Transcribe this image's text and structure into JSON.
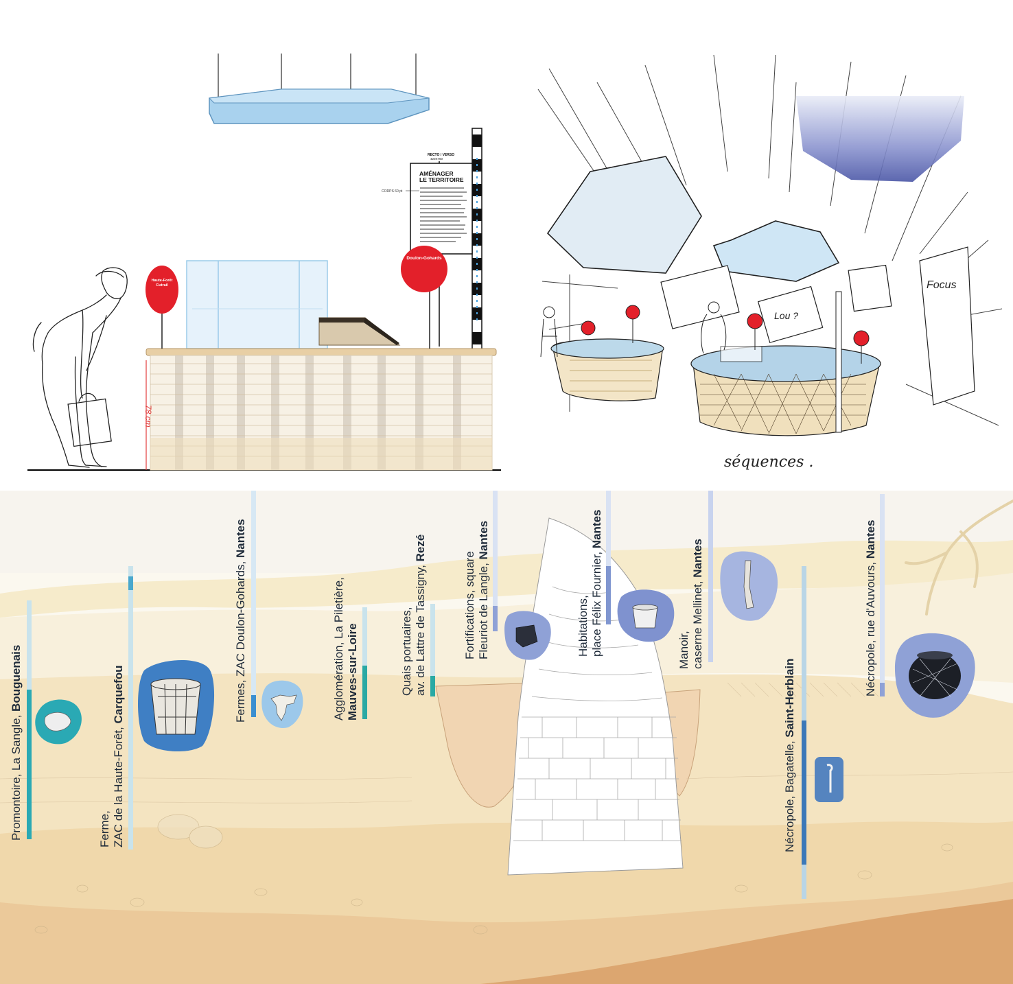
{
  "elevation": {
    "panel": {
      "tag": "RECTO / VERSO",
      "tag2": "420X760",
      "title_line1": "AMÉNAGER",
      "title_line2": "LE TERRITOIRE",
      "size_note": "CORPS 60 pt"
    },
    "sign_left": {
      "title_line1": "Haute-Forêt",
      "title_line2": "Cutrail"
    },
    "sign_right": {
      "title": "Doulon-Gohards"
    },
    "height_dimension": "78 cm"
  },
  "sketch": {
    "caption": "séquences .",
    "wall_word": "Focus",
    "panel_scribble": "Lou ?"
  },
  "timeline": {
    "sites": [
      {
        "line1": "Promontoire, La Sangle, ",
        "bold1": "Bouguenais",
        "line2": "",
        "bold2": "",
        "artifact": "stone-fragment-icon"
      },
      {
        "line1": "Ferme,",
        "bold1": "",
        "line2": "ZAC de la Haute-Forêt, ",
        "bold2": "Carquefou",
        "artifact": "wooden-bucket-icon"
      },
      {
        "line1": "Fermes, ZAC Doulon-Gohards, ",
        "bold1": "Nantes",
        "line2": "",
        "bold2": "",
        "artifact": "bone-icon"
      },
      {
        "line1": "Agglomération, La Piletière,",
        "bold1": "",
        "line2": "",
        "bold2": "Mauves-sur-Loire",
        "artifact": ""
      },
      {
        "line1": "Quais portuaires,",
        "bold1": "",
        "line2": "av. de Lattre de Tassigny, ",
        "bold2": "Rezé",
        "artifact": ""
      },
      {
        "line1": "Fortifications, square",
        "bold1": "",
        "line2": "Fleuriot de Langle, ",
        "bold2": "Nantes",
        "artifact": "dark-stone-icon"
      },
      {
        "line1": "Habitations,",
        "bold1": "",
        "line2": "place Félix Fournier, ",
        "bold2": "Nantes",
        "artifact": "ceramic-pot-icon"
      },
      {
        "line1": "Manoir,",
        "bold1": "",
        "line2": "caserne Mellinet, ",
        "bold2": "Nantes",
        "artifact": "bone-tool-icon"
      },
      {
        "line1": "Nécropole, Bagatelle, ",
        "bold1": "Saint-Herblain",
        "line2": "",
        "bold2": "",
        "artifact": "pin-icon"
      },
      {
        "line1": "Nécropole, rue d'Auvours, ",
        "bold1": "Nantes",
        "line2": "",
        "bold2": "",
        "artifact": "black-vase-icon"
      }
    ]
  },
  "colors": {
    "sign_red": "#e3202a",
    "ceiling_blue": "#a8d1ee",
    "teal": "#2aa9b4",
    "blue_badge": "#3f7fc4",
    "periwinkle": "#8fa1d6",
    "soil_light": "#f4e5c4",
    "soil_mid": "#eac89a",
    "soil_dark": "#dba876"
  }
}
